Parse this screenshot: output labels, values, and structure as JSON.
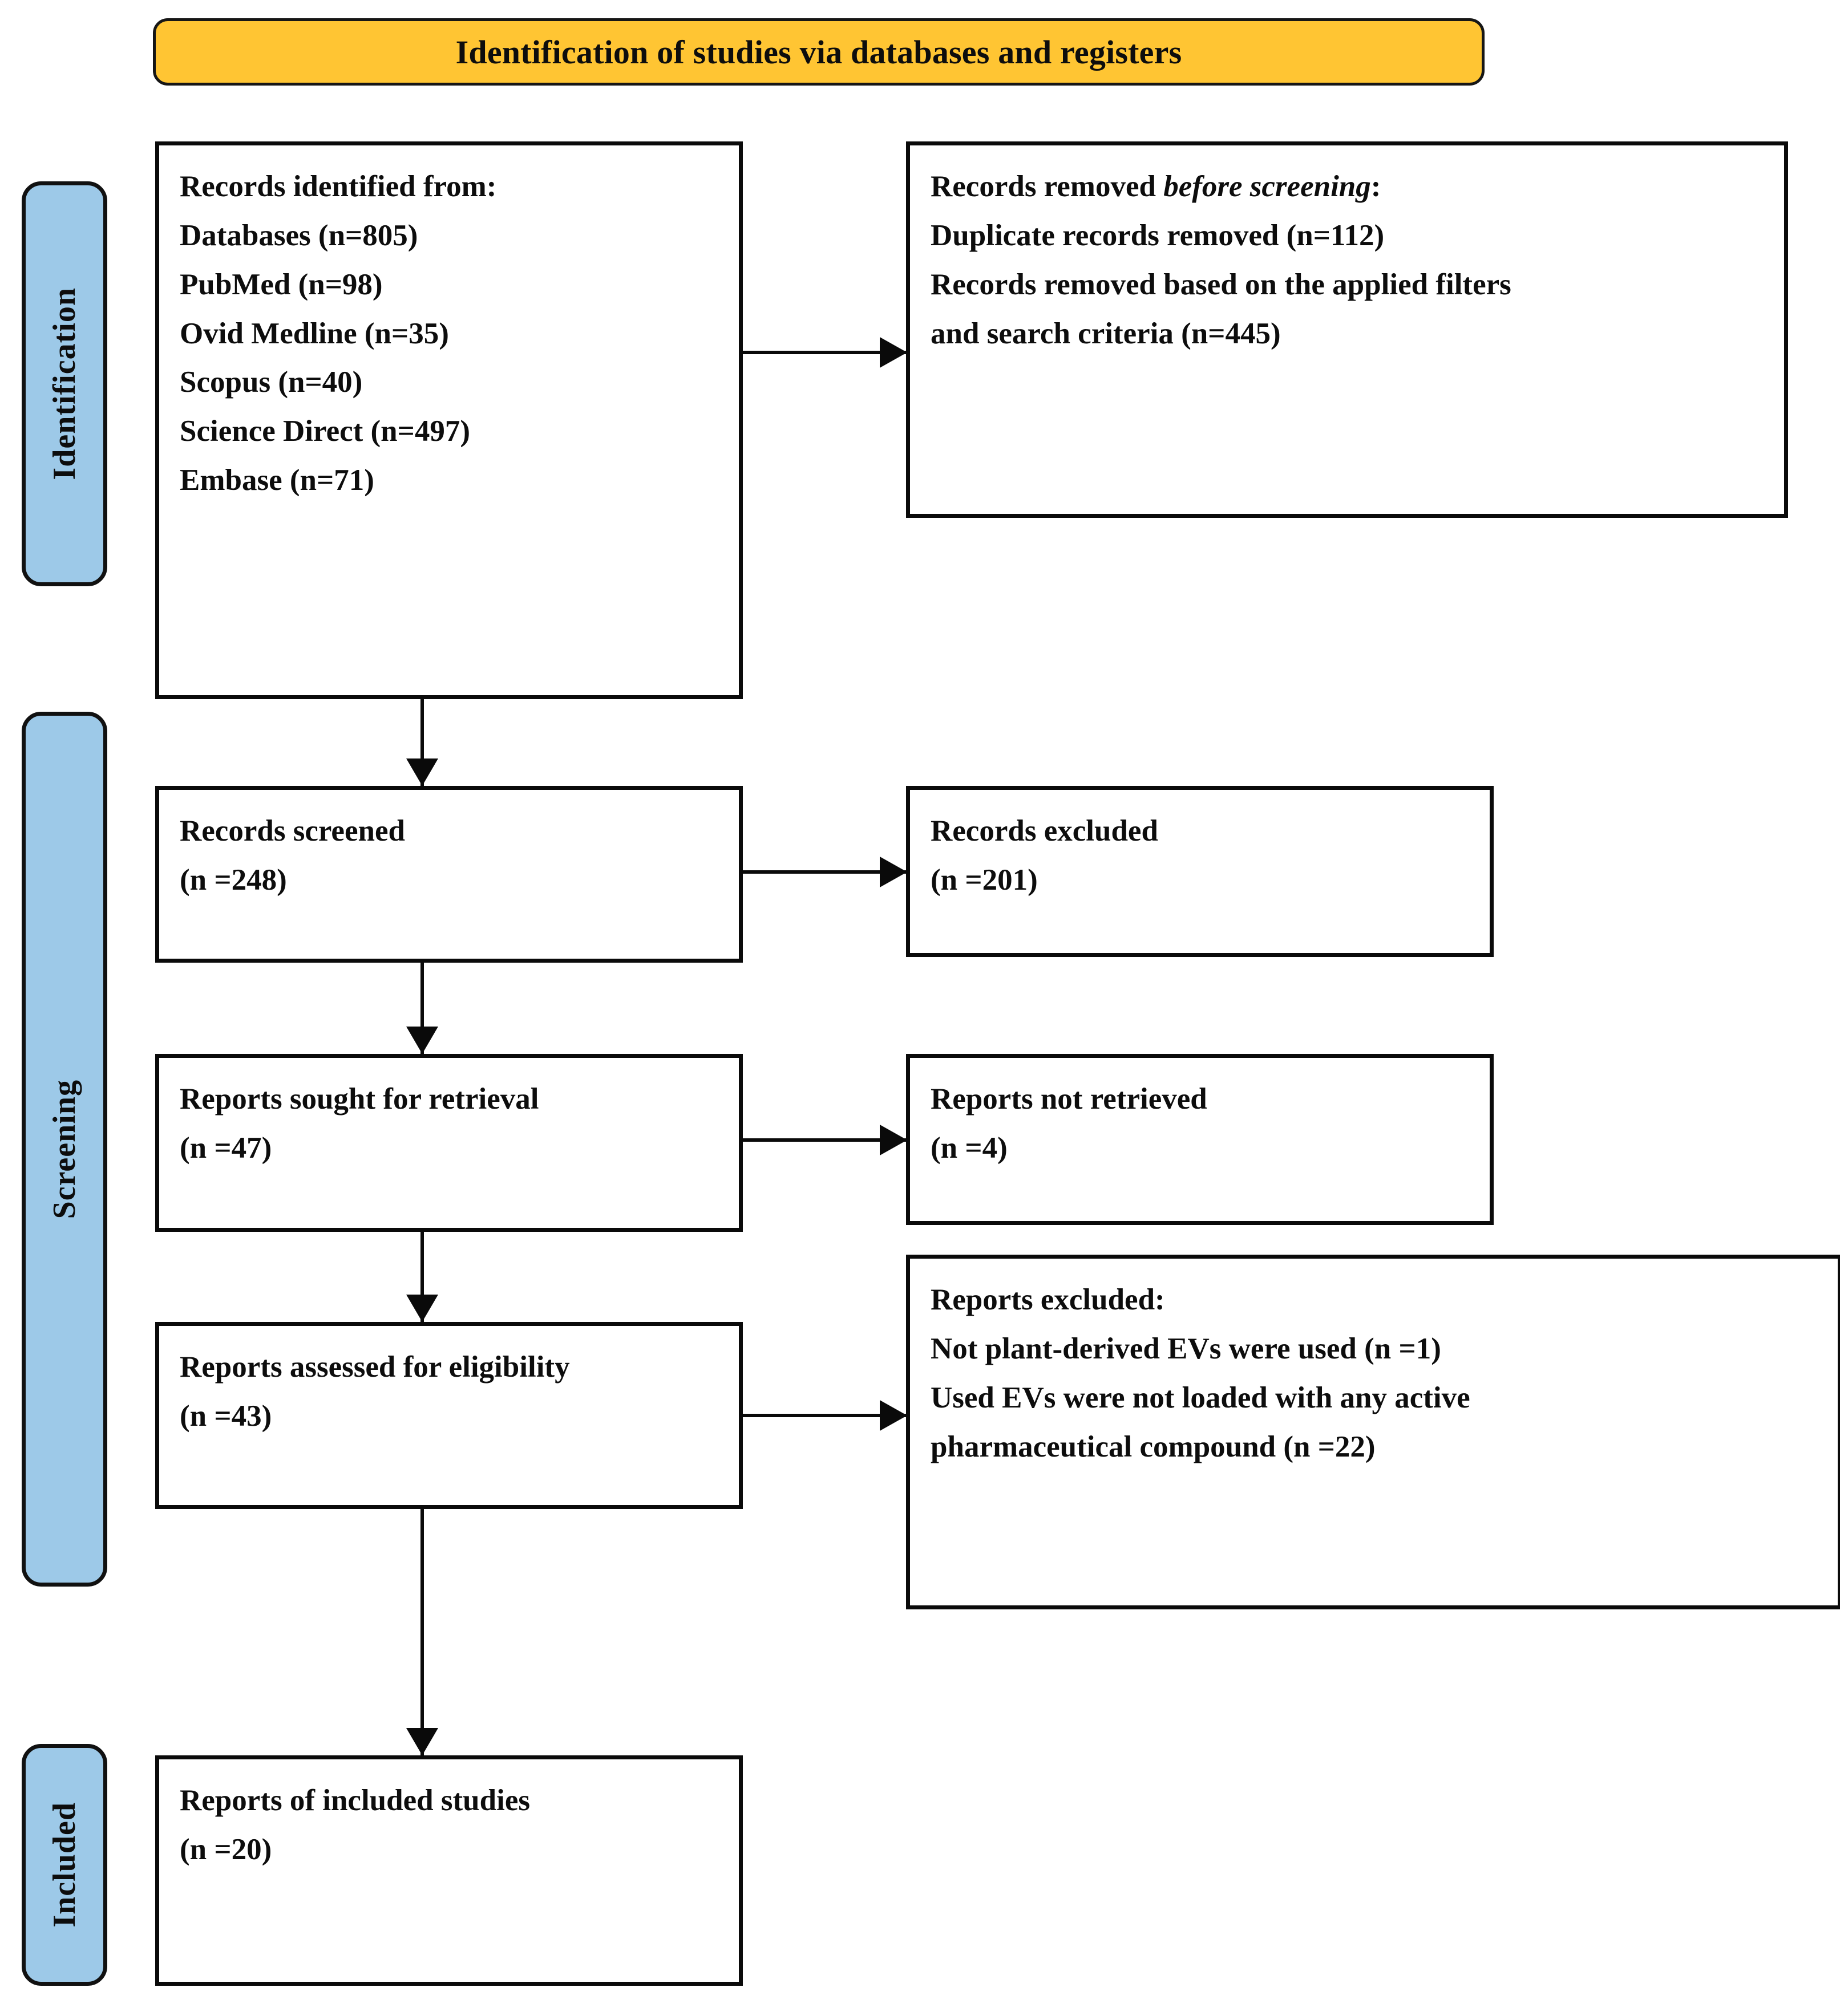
{
  "banner": {
    "title": "Identification of studies via databases and registers"
  },
  "rails": [
    {
      "id": "identification",
      "label": "Identification"
    },
    {
      "id": "screening",
      "label": "Screening"
    },
    {
      "id": "included",
      "label": "Included"
    }
  ],
  "boxes": {
    "identified": {
      "heading": "Records identified from:",
      "lines": [
        "Databases (n=805)",
        "PubMed (n=98)",
        "Ovid Medline (n=35)",
        "Scopus (n=40)",
        "Science Direct (n=497)",
        "Embase (n=71)"
      ]
    },
    "removed": {
      "heading_prefix": "Records removed ",
      "heading_italic": "before screening",
      "heading_suffix": ":",
      "line1": "Duplicate records removed (n=112)",
      "line2": "Records removed based on the applied filters",
      "line3": "and search criteria (n=445)"
    },
    "screened": {
      "title": "Records screened",
      "count": "(n =248)"
    },
    "records_excluded": {
      "title": "Records excluded",
      "count": "(n =201)"
    },
    "sought": {
      "title": "Reports sought for retrieval",
      "count": "(n =47)"
    },
    "not_retrieved": {
      "title": "Reports not retrieved",
      "count": "(n =4)"
    },
    "eligibility": {
      "title": "Reports assessed for eligibility",
      "count": "(n =43)"
    },
    "reports_excluded": {
      "heading": "Reports excluded:",
      "line1": "Not plant-derived EVs were used (n =1)",
      "line2": "Used EVs were not loaded with any active",
      "line3": "pharmaceutical compound (n =22)"
    },
    "included": {
      "title": "Reports of included studies",
      "count": "(n =20)"
    }
  },
  "colors": {
    "banner_fill": "#FFC533",
    "rail_fill": "#9DC9E8",
    "stroke": "#0a0a0a",
    "page_background": "#ffffff"
  }
}
